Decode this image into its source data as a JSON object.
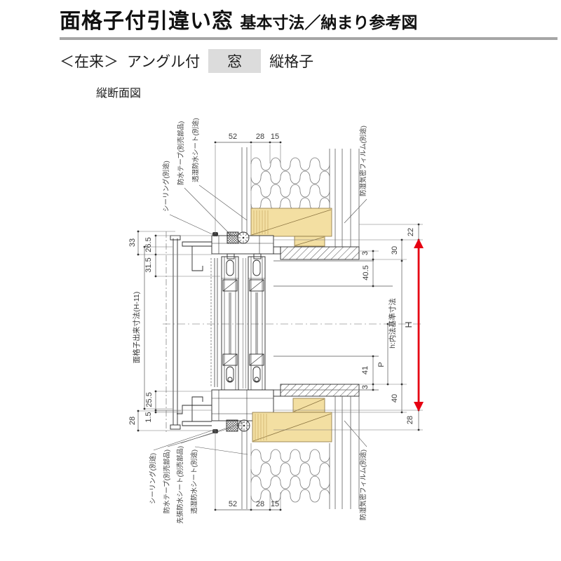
{
  "header": {
    "title": "面格子付引違い窓",
    "title_suffix": "基本寸法／納まり参考図",
    "method": "＜在来＞",
    "angle": "アングル付",
    "highlight": "窓",
    "grille": "縦格子",
    "section": "縦断面図"
  },
  "dims": {
    "top": {
      "a": "52",
      "b": "28",
      "c": "15"
    },
    "bottom": {
      "a": "52",
      "b": "28",
      "c": "15"
    },
    "left": {
      "v33": "33",
      "v265": "26.5",
      "v315": "31.5",
      "grille": "面格子出来寸法(H-11)",
      "v255": "25.5",
      "v15": "1.5",
      "v28": "28"
    },
    "right": {
      "v22": "22",
      "v30": "30",
      "v3a": "3",
      "v405": "40.5",
      "h_label": "h:内法基準寸法",
      "big_h": "H",
      "p": "P",
      "v41": "41",
      "v3b": "3",
      "v40": "40",
      "v28": "28"
    }
  },
  "annotations": {
    "sealing": "シーリング(別途)",
    "wp_tape": "防水テープ(別売部品)",
    "breathable_sheet": "透湿防水シート(別途)",
    "pre_sheet": "先張防水シート(別売部品)",
    "vapor_film": "防湿気密フィルム(別途)"
  },
  "colors": {
    "wood": "#f3dfa2",
    "arrow": "#e60012",
    "rule_gray": "#a6a6a6",
    "chip_bg": "#dcdcdc"
  }
}
